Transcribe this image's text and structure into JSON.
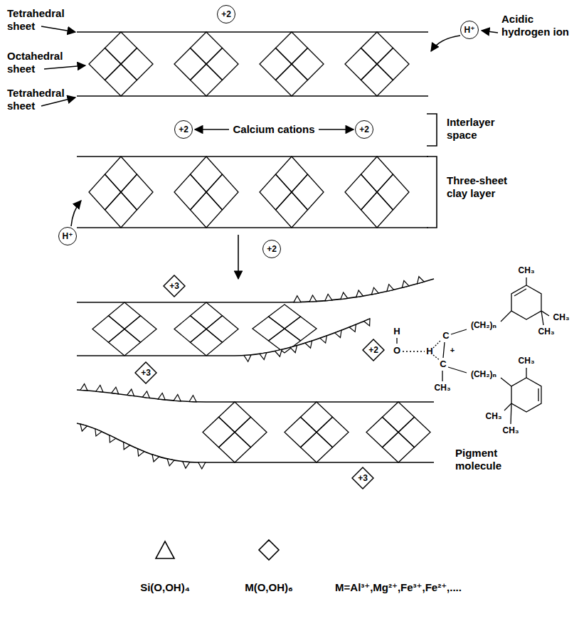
{
  "diagram": {
    "nodes": [
      {
        "text": [
          "+2"
        ]
      },
      {
        "text": [
          "H⁺"
        ]
      },
      {
        "text": [
          "+2"
        ]
      },
      {
        "text": [
          "+2"
        ]
      },
      {
        "text": [
          "H⁺"
        ]
      },
      {
        "text": [
          "+2"
        ]
      },
      {
        "text": [
          "+3"
        ]
      },
      {
        "text": [
          "+3"
        ]
      },
      {
        "text": [
          "+2"
        ]
      },
      {
        "text": [
          "+3"
        ]
      }
    ],
    "labels": [
      "Tetrahedral sheet",
      "Octahedral sheet",
      "Tetrahedral sheet",
      "Acidic hydrogen ion",
      "Calcium cations",
      "Interlayer space",
      "Three-sheet clay layer",
      "H",
      "O",
      "H",
      "C",
      "+",
      "C",
      "CH₃",
      "(CH₂)ₙ",
      "(CH₂)ₙ",
      "CH₃",
      "CH₃",
      "CH₃",
      "CH₃",
      "CH₃",
      "CH₃",
      "Pigment molecule",
      "M=Al³⁺,Mg²⁺,Fe³⁺,Fe²⁺,...."
    ],
    "legend": [
      {
        "text": "Si(O,OH)₄"
      },
      {
        "text": "M(O,OH)₆"
      }
    ]
  }
}
